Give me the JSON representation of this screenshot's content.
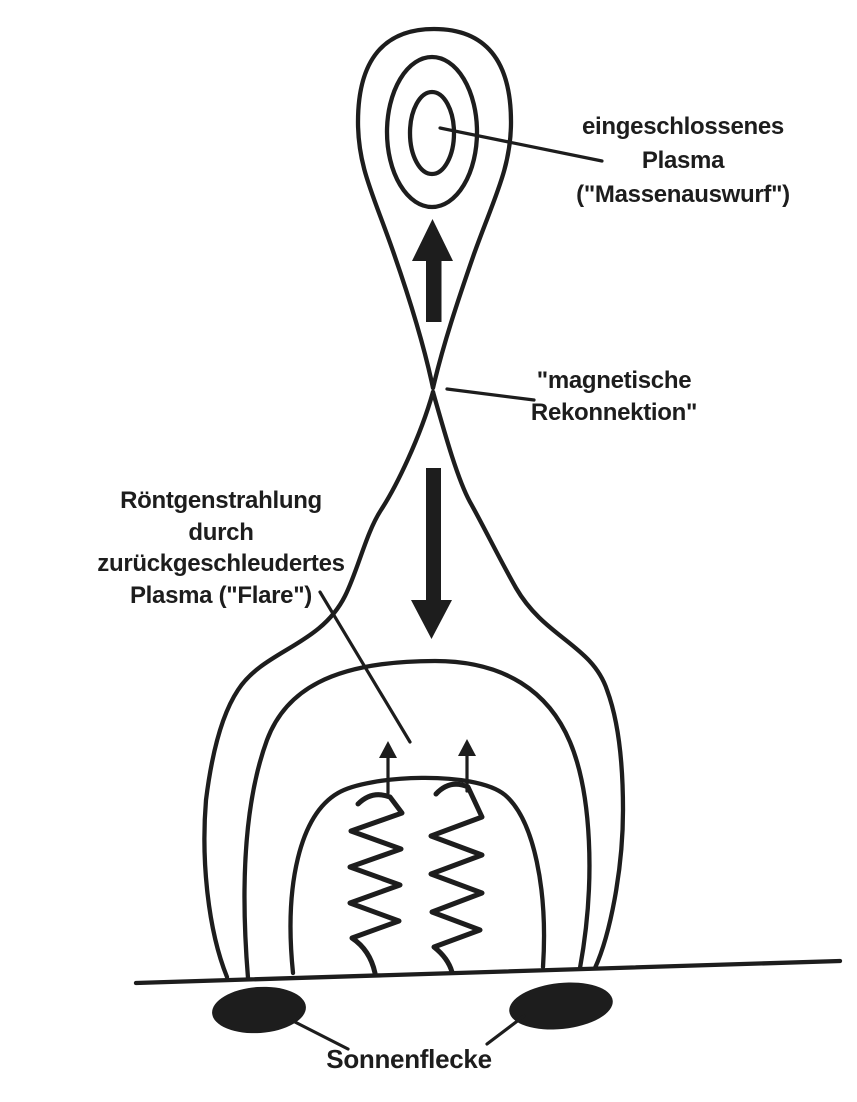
{
  "colors": {
    "ink": "#1d1d1d",
    "background": "#ffffff"
  },
  "labels": {
    "captured_plasma": {
      "lines": [
        "eingeschlossenes",
        "Plasma",
        "(\"Massenauswurf\")"
      ]
    },
    "magnetic_reconnection": {
      "lines": [
        "\"magnetische",
        "Rekonnektion\""
      ]
    },
    "xray_flare": {
      "lines": [
        "Röntgenstrahlung",
        "durch",
        "zurückgeschleudertes",
        "Plasma (\"Flare\")"
      ]
    },
    "sunspots": {
      "text": "Sonnenflecke"
    }
  }
}
